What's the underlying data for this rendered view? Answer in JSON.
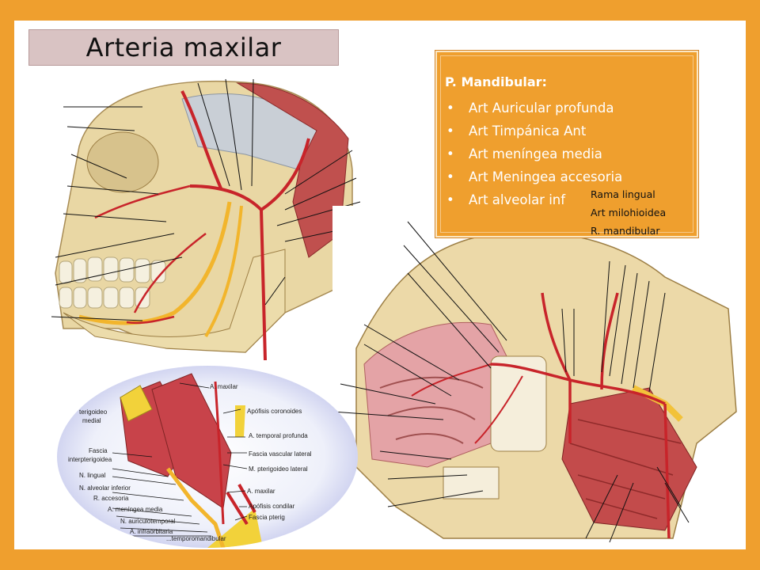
{
  "title": "Arteria maxilar",
  "infobox": {
    "heading": "P. Mandibular:",
    "items": [
      "Art Auricular profunda",
      "Art Timpánica Ant",
      "Art meníngea media",
      "Art Meningea accesoria",
      "Art alveolar inf"
    ],
    "sublabels": [
      "Rama lingual",
      "Art milohioidea",
      "R. mandibular"
    ]
  },
  "oval_figure": {
    "right_labels": [
      "A. maxilar",
      "Apófisis coronoides",
      "A. temporal profunda",
      "Fascia vascular lateral",
      "M. pterigoideo lateral",
      "A. maxilar",
      "Apófisis condilar",
      "Fascia pterig"
    ],
    "left_labels": [
      "terigoideo",
      "medial",
      "Fascia",
      "interpterigoidea",
      "N. lingual",
      "N. alveolar inferior",
      "R. accesoria",
      "A. meníngea media",
      "N. auriculotemporal",
      "A. infraorbitaria",
      "...temporomandibular"
    ]
  },
  "colors": {
    "frame": "#ef9f2e",
    "title_bg": "#d9c3c3",
    "infobox_bg": "#ef9f2e",
    "infobox_text": "#ffffff",
    "artery": "#c8242a",
    "nerve": "#f2b52c",
    "bone": "#ead9a8"
  }
}
